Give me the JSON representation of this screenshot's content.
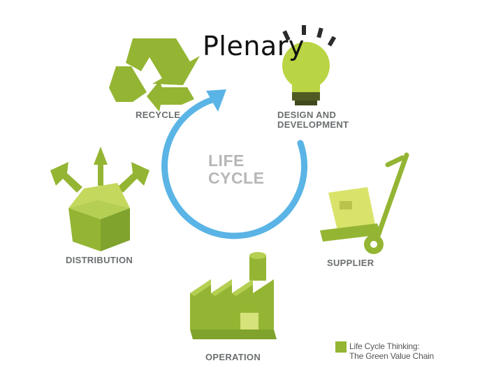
{
  "slide": {
    "title": "Plenary",
    "center_label_line1": "LIFE",
    "center_label_line2": "CYCLE",
    "stages": {
      "recycle": "RECYCLE",
      "design_line1": "DESIGN AND",
      "design_line2": "DEVELOPMENT",
      "supplier": "SUPPLIER",
      "operation": "OPERATION",
      "distribution": "DISTRIBUTION"
    },
    "legend": {
      "line1": "Life Cycle Thinking:",
      "line2": "The Green Value Chain"
    }
  },
  "colors": {
    "green_dark": "#7fa32c",
    "green_mid": "#94b533",
    "green_light": "#b5cf52",
    "bulb_yellow": "#b9d543",
    "arrow_blue": "#5ab4e5",
    "label_gray": "#6b6e70"
  },
  "icons": [
    "recycle-icon",
    "lightbulb-icon",
    "hand-truck-icon",
    "factory-icon",
    "box-arrows-icon",
    "cycle-arrow-icon"
  ]
}
